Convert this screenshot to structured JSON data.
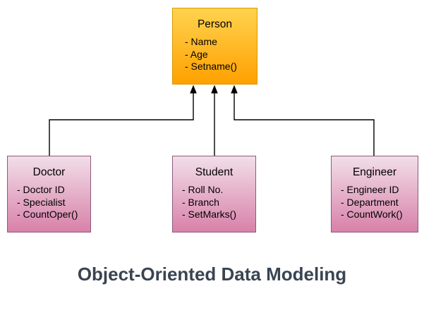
{
  "title": "Object-Oriented Data Modeling",
  "person": {
    "name": "Person",
    "attrs": [
      "- Name",
      "- Age",
      "- Setname()"
    ]
  },
  "doctor": {
    "name": "Doctor",
    "attrs": [
      "- Doctor ID",
      "- Specialist",
      "- CountOper()"
    ]
  },
  "student": {
    "name": "Student",
    "attrs": [
      "- Roll No.",
      "- Branch",
      "- SetMarks()"
    ]
  },
  "engineer": {
    "name": "Engineer",
    "attrs": [
      "- Engineer ID",
      "- Department",
      "- CountWork()"
    ]
  },
  "colors": {
    "person-fill-top": "#FFD34F",
    "person-fill-bottom": "#FFA000",
    "person-border": "#D79B00",
    "child-fill-top": "#F2DEE9",
    "child-fill-bottom": "#D881A9",
    "child-border": "#8D5B7D",
    "connector": "#000000",
    "caption": "#3A4452"
  }
}
